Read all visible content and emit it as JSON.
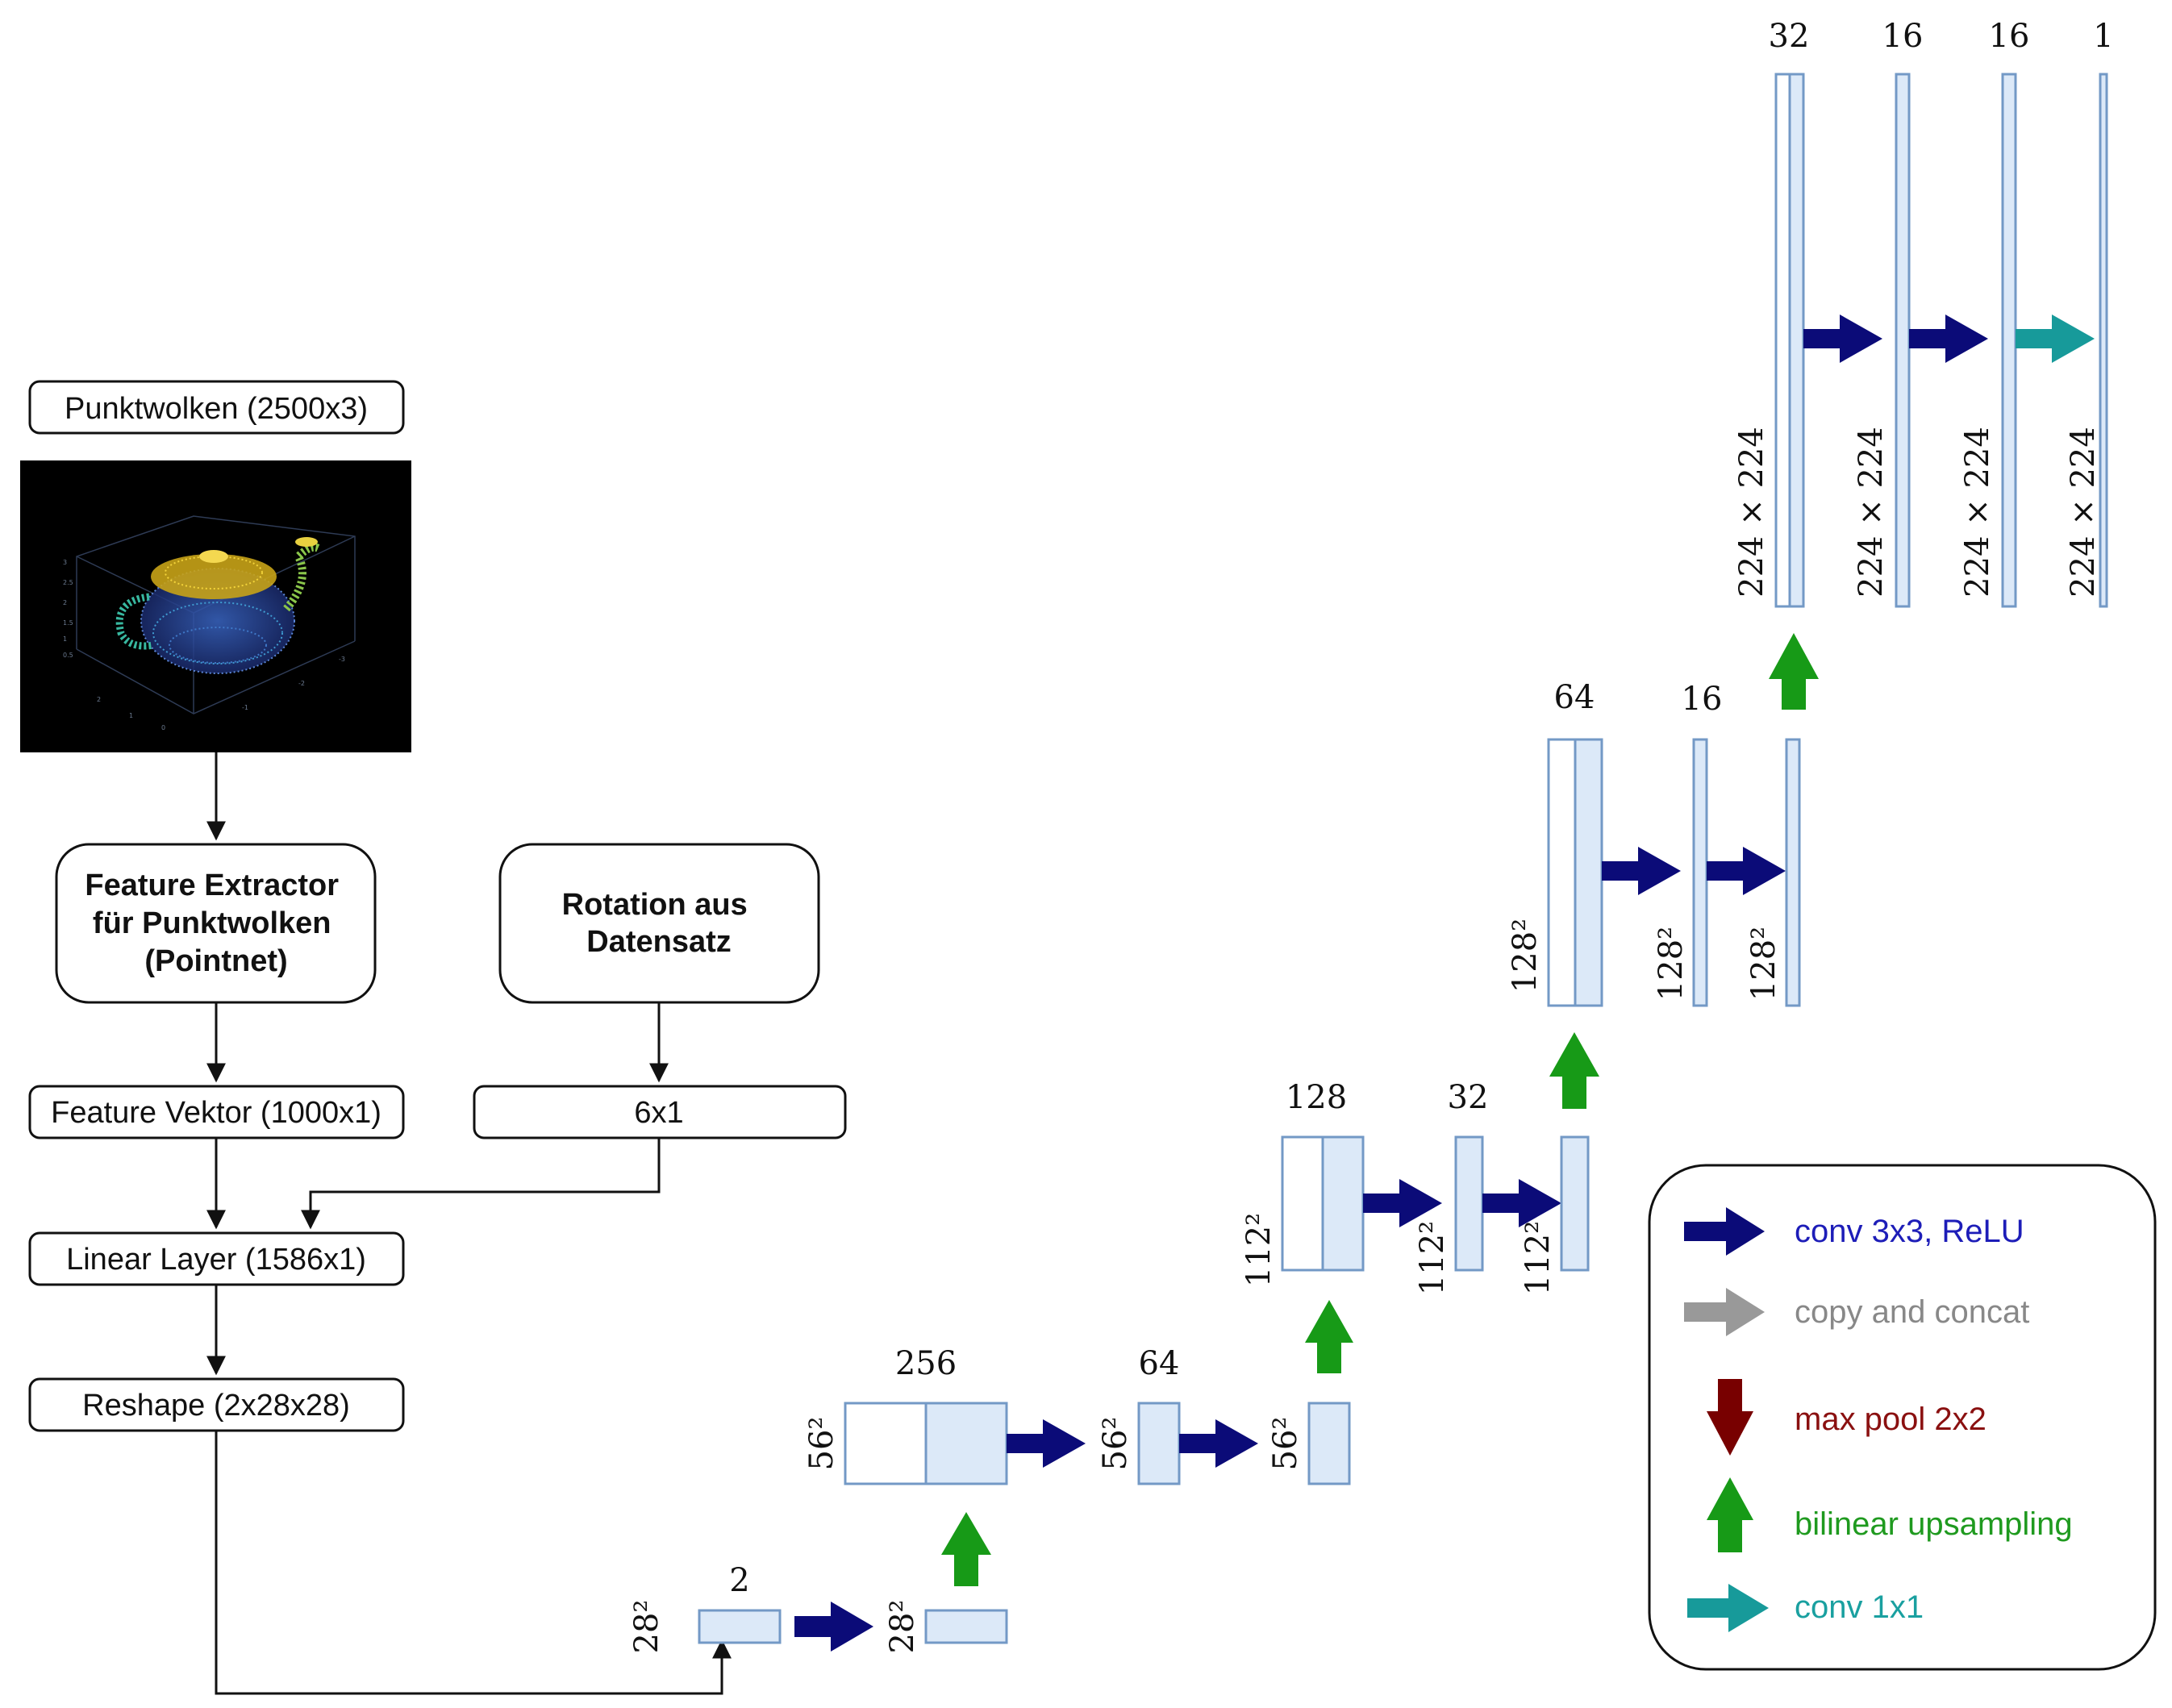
{
  "pipeline": {
    "input_label": "Punktwolken (2500x3)",
    "feature_extractor": [
      "Feature Extractor",
      "für Punktwolken",
      "(Pointnet)"
    ],
    "rotation": [
      "Rotation aus",
      "Datensatz"
    ],
    "feature_vector": "Feature Vektor (1000x1)",
    "rotation_vector": "6x1",
    "linear_layer": "Linear Layer (1586x1)",
    "reshape": "Reshape (2x28x28)"
  },
  "unet": {
    "channels": {
      "c28_in": "2",
      "c56_cat": "256",
      "c56_b": "64",
      "c112_cat": "128",
      "c112_b": "32",
      "c128_cat": "64",
      "c128_b": "16",
      "c224_cat": "32",
      "c224_b": "16",
      "c224_c": "16",
      "c224_out": "1"
    },
    "sizes": {
      "s28": "28²",
      "s56": "56²",
      "s112": "112²",
      "s128": "128²",
      "s224": "224 × 224"
    }
  },
  "legend": {
    "items": [
      {
        "label": "conv 3x3, ReLU",
        "color": "#0b0b78",
        "icon": "arrow-right-icon"
      },
      {
        "label": "copy and concat",
        "color": "#999999",
        "icon": "arrow-right-icon"
      },
      {
        "label": "max pool 2x2",
        "color": "#780000",
        "icon": "arrow-down-icon"
      },
      {
        "label": "bilinear upsampling",
        "color": "#179a17",
        "icon": "arrow-up-icon"
      },
      {
        "label": "conv 1x1",
        "color": "#179a9a",
        "icon": "arrow-right-icon"
      }
    ]
  },
  "colors": {
    "conv": "#0b0b78",
    "upsample": "#179a17",
    "conv1x1": "#179a9a",
    "feature_map_fill": "#dce9f8",
    "feature_map_stroke": "#7399c6"
  }
}
